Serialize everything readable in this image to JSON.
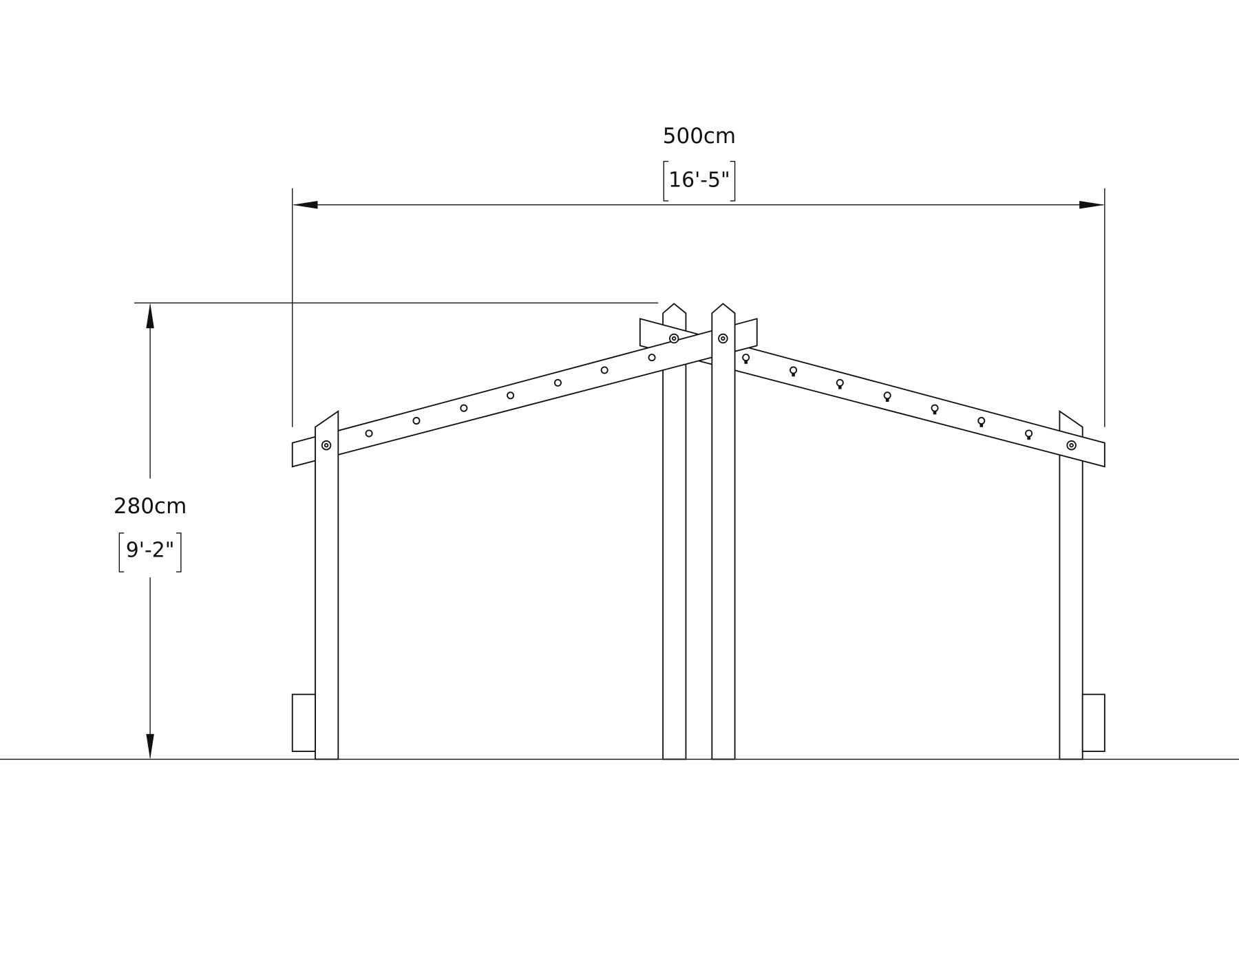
{
  "dimensions": {
    "width_metric": "500cm",
    "width_imperial": "16'-5\"",
    "height_metric": "280cm",
    "height_imperial": "9'-2\""
  },
  "colors": {
    "line": "#111111",
    "background": "#ffffff"
  }
}
